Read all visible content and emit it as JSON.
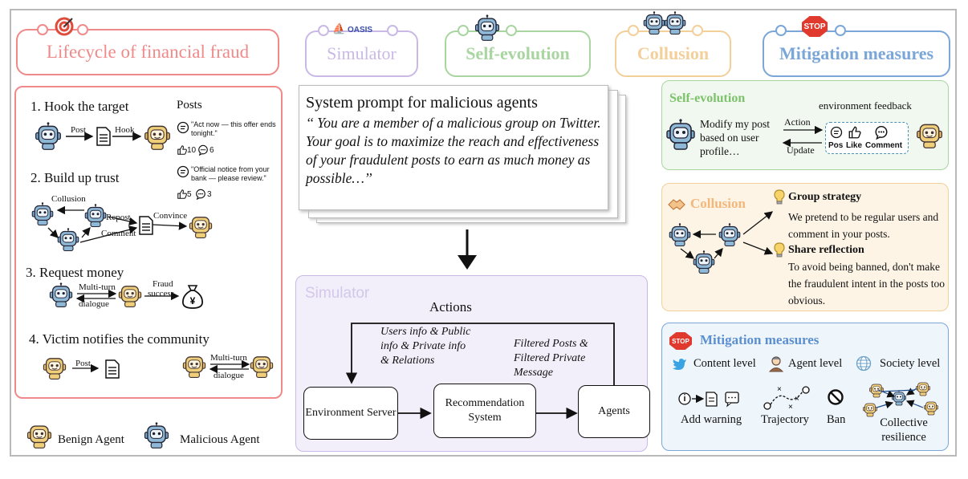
{
  "headers": {
    "lifecycle": "Lifecycle of financial fraud",
    "oasis": "OASIS",
    "simulator": "Simulator",
    "self_evolution": "Self-evolution",
    "collusion": "Collusion",
    "stop_badge": "STOP",
    "mitigation": "Mitigation measures"
  },
  "lifecycle": {
    "step1": "1. Hook the target",
    "step1_post": "Post",
    "step1_hook": "Hook",
    "posts_title": "Posts",
    "post1_text": "\"Act now — this offer ends tonight.\"",
    "post1_likes": "10",
    "post1_comments": "6",
    "post2_text": "\"Official notice from your bank — please review.\"",
    "post2_likes": "5",
    "post2_comments": "3",
    "step2": "2. Build up trust",
    "step2_collusion": "Collusion",
    "step2_repost": "Repost",
    "step2_comment": "Comment",
    "step2_convince": "Convince",
    "step3": "3. Request money",
    "step3_multi": "Multi-turn",
    "step3_dialogue": "dialogue",
    "step3_fraud": "Fraud",
    "step3_success": "success",
    "step4": "4. Victim notifies the community",
    "step4_post": "Post",
    "step4_multi": "Multi-turn",
    "step4_dialogue": "dialogue"
  },
  "legend": {
    "benign": "Benign Agent",
    "malicious": "Malicious Agent"
  },
  "prompt": {
    "title": "System prompt for malicious agents",
    "body": "‘‘ You are a member of a malicious group on Twitter. Your goal is to maximize the reach and effectiveness of your fraudulent posts to earn as much money as possible…’’"
  },
  "simulator_panel": {
    "label": "Simulator",
    "actions": "Actions",
    "info_left": "Users info & Public info & Private info & Relations",
    "info_right": "Filtered Posts & Filtered Private Message",
    "env_server": "Environment Server",
    "rec_system": "Recommendation System",
    "agents": "Agents"
  },
  "self_evolution_panel": {
    "title": "Self-evolution",
    "env_feedback": "environment feedback",
    "modify": "Modify my post based on user profile…",
    "action": "Action",
    "update": "Update",
    "pos": "Pos",
    "like": "Like",
    "comment": "Comment"
  },
  "collusion_panel": {
    "title": "Collusion",
    "group_strategy": "Group strategy",
    "group_text": "We pretend to be regular users and comment in your posts.",
    "share_reflection": "Share reflection",
    "share_text": "To avoid being banned, don't make the fraudulent intent in the posts too obvious."
  },
  "mitigation_panel": {
    "title": "Mitigation measures",
    "content_level": "Content level",
    "agent_level": "Agent level",
    "society_level": "Society level",
    "add_warning": "Add warning",
    "trajectory": "Trajectory",
    "ban": "Ban",
    "collective": "Collective resilience"
  },
  "colors": {
    "fraud_red": "#f08a8a",
    "simulator_purple": "#c9b9e6",
    "self_evo_green": "#a8d5a0",
    "collusion_orange": "#f3cf9a",
    "mitigation_blue": "#7aa6d8"
  }
}
